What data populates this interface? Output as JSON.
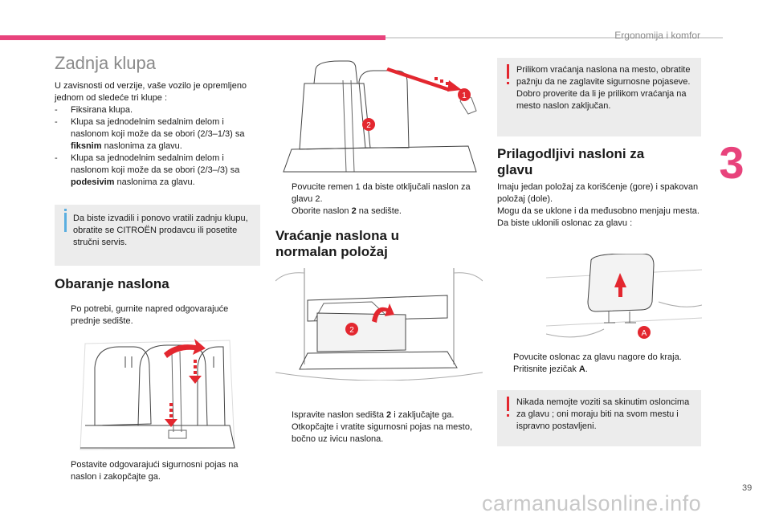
{
  "header": {
    "section_label": "Ergonomija i komfor",
    "chapter_number": "3",
    "page_number": "39"
  },
  "col1": {
    "title": "Zadnja klupa",
    "intro": "U zavisnosti od verzije, vaše vozilo je opremljeno jednom od sledeće tri klupe :",
    "options": [
      {
        "marker": "-",
        "pre": "Fiksirana klupa.",
        "bold": "",
        "post": ""
      },
      {
        "marker": "-",
        "pre": "Klupa sa jednodelnim sedalnim delom i naslonom koji može da se obori (2/3–1/3) sa ",
        "bold": "fiksnim",
        "post": " naslonima za glavu."
      },
      {
        "marker": "-",
        "pre": "Klupa sa jednodelnim sedalnim delom i naslonom koji može da se obori (2/3–/3) sa ",
        "bold": "podesivim",
        "post": " naslonima za glavu."
      }
    ],
    "info_note": "Da biste izvadili i ponovo vratili zadnju klupu, obratite se CITROËN prodavcu ili posetite stručni servis.",
    "section_title": "Obaranje naslona",
    "step1": {
      "marker": "",
      "text": "Po potrebi, gurnite napred odgovarajuće prednje sedište."
    },
    "step2": {
      "marker": "",
      "text": "Postavite odgovarajući sigurnosni pojas na naslon i zakopčajte ga."
    }
  },
  "col2": {
    "label_1": "1",
    "label_2": "2",
    "steps_a": [
      {
        "marker": "",
        "pre": "Povucite remen 1 da biste otključali naslon za glavu 2.",
        "bold": "",
        "post": ""
      },
      {
        "marker": "",
        "pre": "Oborite naslon ",
        "bold": "2",
        "post": " na sedište."
      }
    ],
    "section_title": "Vraćanje naslona u normalan položaj",
    "label_2b": "2",
    "steps_b": [
      {
        "marker": "",
        "pre": "Ispravite naslon sedišta ",
        "bold": "2",
        "post": " i zaključajte ga."
      },
      {
        "marker": "",
        "pre": "Otkopčajte i vratite sigurnosni pojas na mesto, bočno uz ivicu naslona.",
        "bold": "",
        "post": ""
      }
    ]
  },
  "col3": {
    "warning1": "Prilikom vraćanja naslona na mesto, obratite pažnju da ne zaglavite sigurnosne pojaseve.\nDobro proverite da li je prilikom vraćanja na mesto naslon zaključan.",
    "section_title": "Prilagodljivi nasloni za glavu",
    "body": "Imaju jedan položaj za korišćenje (gore) i spakovan položaj (dole).\nMogu da se uklone i da međusobno menjaju mesta.\nDa biste uklonili oslonac za glavu :",
    "label_a": "A",
    "steps": [
      {
        "marker": "",
        "pre": "Povucite oslonac za glavu nagore do kraja.",
        "bold": "",
        "post": ""
      },
      {
        "marker": "",
        "pre": "Pritisnite jezičak ",
        "bold": "A",
        "post": "."
      }
    ],
    "warning2": "Nikada nemojte voziti sa skinutim osloncima za glavu ; oni moraju biti na svom mestu i ispravno postavljeni."
  },
  "watermark": "carmanualsonline.info",
  "colors": {
    "accent": "#e8437c",
    "warning": "#e3272f",
    "info": "#5aaee0",
    "note_bg": "#ececec"
  }
}
